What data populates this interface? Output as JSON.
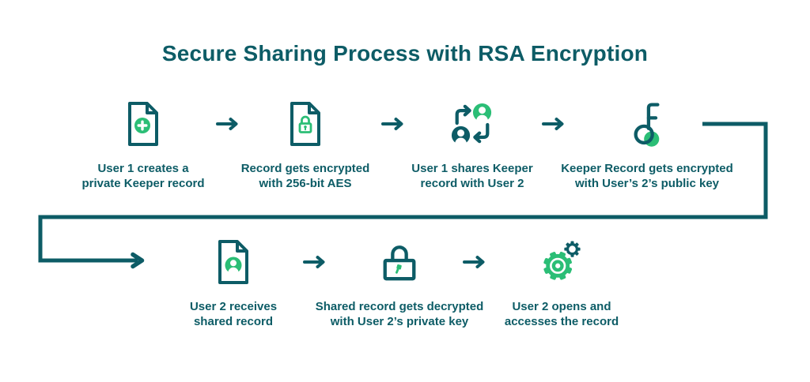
{
  "title": "Secure Sharing Process with RSA Encryption",
  "colors": {
    "teal": "#0D5C66",
    "green": "#2BBE76"
  },
  "steps": [
    {
      "icon": "document-add",
      "label": "User 1 creates a\nprivate Keeper record"
    },
    {
      "icon": "document-lock",
      "label": "Record gets encrypted\nwith 256-bit AES"
    },
    {
      "icon": "share-users",
      "label": "User 1 shares Keeper\nrecord with User 2"
    },
    {
      "icon": "key",
      "label": "Keeper Record gets encrypted\nwith User’s 2’s public key"
    },
    {
      "icon": "document-user",
      "label": "User 2 receives\nshared record"
    },
    {
      "icon": "padlock",
      "label": "Shared record gets decrypted\nwith User 2’s private key"
    },
    {
      "icon": "gears",
      "label": "User 2 opens and\naccesses the record"
    }
  ]
}
